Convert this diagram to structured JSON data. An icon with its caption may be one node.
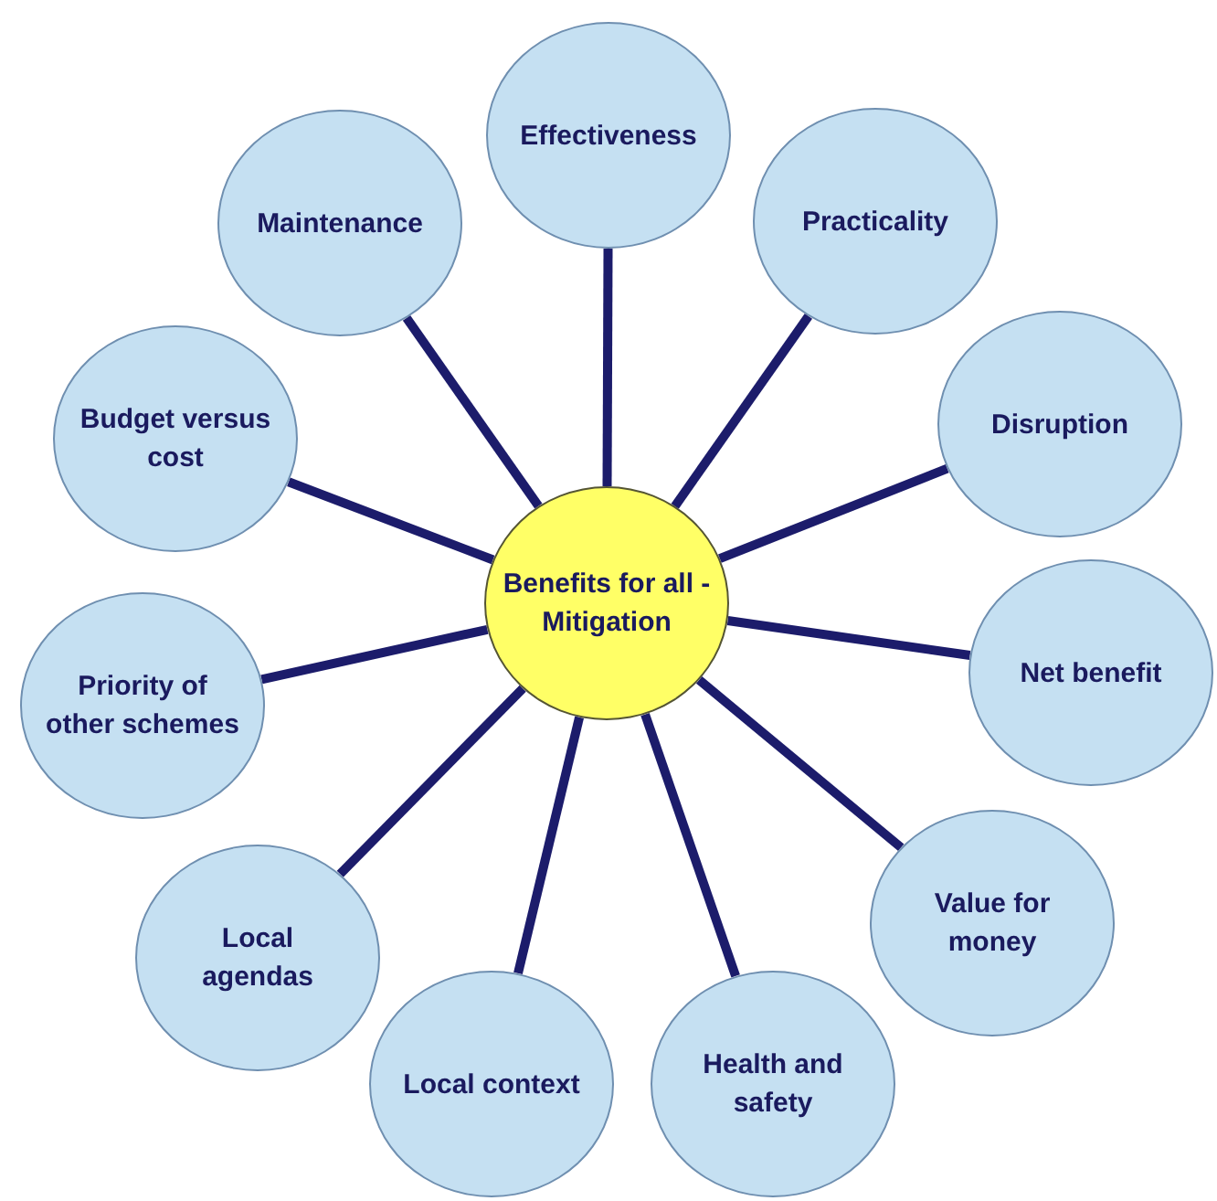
{
  "diagram": {
    "nodes": [
      {
        "text": [
          "Benefits for all - Mitigation"
        ]
      },
      {
        "text": [
          "Effectiveness"
        ]
      },
      {
        "text": [
          "Practicality"
        ]
      },
      {
        "text": [
          "Disruption"
        ]
      },
      {
        "text": [
          "Net benefit"
        ]
      },
      {
        "text": [
          "Value for money"
        ]
      },
      {
        "text": [
          "Health and safety"
        ]
      },
      {
        "text": [
          "Local context"
        ]
      },
      {
        "text": [
          "Local agendas"
        ]
      },
      {
        "text": [
          "Priority of other schemes"
        ]
      },
      {
        "text": [
          "Budget versus cost"
        ]
      },
      {
        "text": [
          "Maintenance"
        ]
      }
    ],
    "edges": [
      {
        "from": 0,
        "to": 1,
        "arrow": "none"
      },
      {
        "from": 0,
        "to": 2,
        "arrow": "none"
      },
      {
        "from": 0,
        "to": 3,
        "arrow": "none"
      },
      {
        "from": 0,
        "to": 4,
        "arrow": "none"
      },
      {
        "from": 0,
        "to": 5,
        "arrow": "none"
      },
      {
        "from": 0,
        "to": 6,
        "arrow": "none"
      },
      {
        "from": 0,
        "to": 7,
        "arrow": "none"
      },
      {
        "from": 0,
        "to": 8,
        "arrow": "none"
      },
      {
        "from": 0,
        "to": 9,
        "arrow": "none"
      },
      {
        "from": 0,
        "to": 10,
        "arrow": "none"
      },
      {
        "from": 0,
        "to": 11,
        "arrow": "none"
      }
    ]
  }
}
